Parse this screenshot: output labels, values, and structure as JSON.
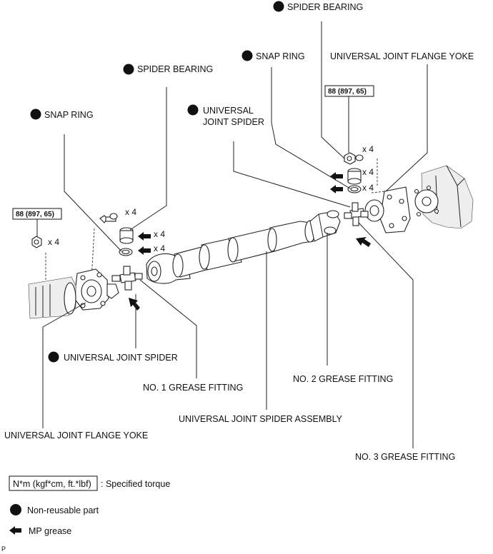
{
  "labels": {
    "spider_bearing_top": "SPIDER BEARING",
    "snap_ring_right": "SNAP RING",
    "flange_yoke_right": "UNIVERSAL JOINT FLANGE YOKE",
    "spider_bearing_left": "SPIDER BEARING",
    "universal_joint_spider_right_l1": "UNIVERSAL",
    "universal_joint_spider_right_l2": "JOINT SPIDER",
    "snap_ring_left": "SNAP RING",
    "universal_joint_spider_left": "UNIVERSAL JOINT SPIDER",
    "no1_grease_fitting": "NO. 1 GREASE FITTING",
    "no2_grease_fitting": "NO. 2 GREASE FITTING",
    "spider_assembly": "UNIVERSAL JOINT SPIDER ASSEMBLY",
    "flange_yoke_left": "UNIVERSAL JOINT FLANGE YOKE",
    "no3_grease_fitting": "NO. 3 GREASE FITTING"
  },
  "torque": {
    "right": "88 (897, 65)",
    "left": "88 (897, 65)"
  },
  "quantities": {
    "right_bolt": "x 4",
    "right_bearing": "x 4",
    "right_snap": "x 4",
    "left_bolt": "x 4",
    "left_bearing": "x 4",
    "left_snap": "x 4",
    "left_nut": "x 4"
  },
  "legend": {
    "torque_box": "N*m (kgf*cm, ft.*lbf)",
    "torque_text": ": Specified torque",
    "non_reusable": "Non-reusable part",
    "mp_grease": "MP grease"
  },
  "corner_mark": "P"
}
